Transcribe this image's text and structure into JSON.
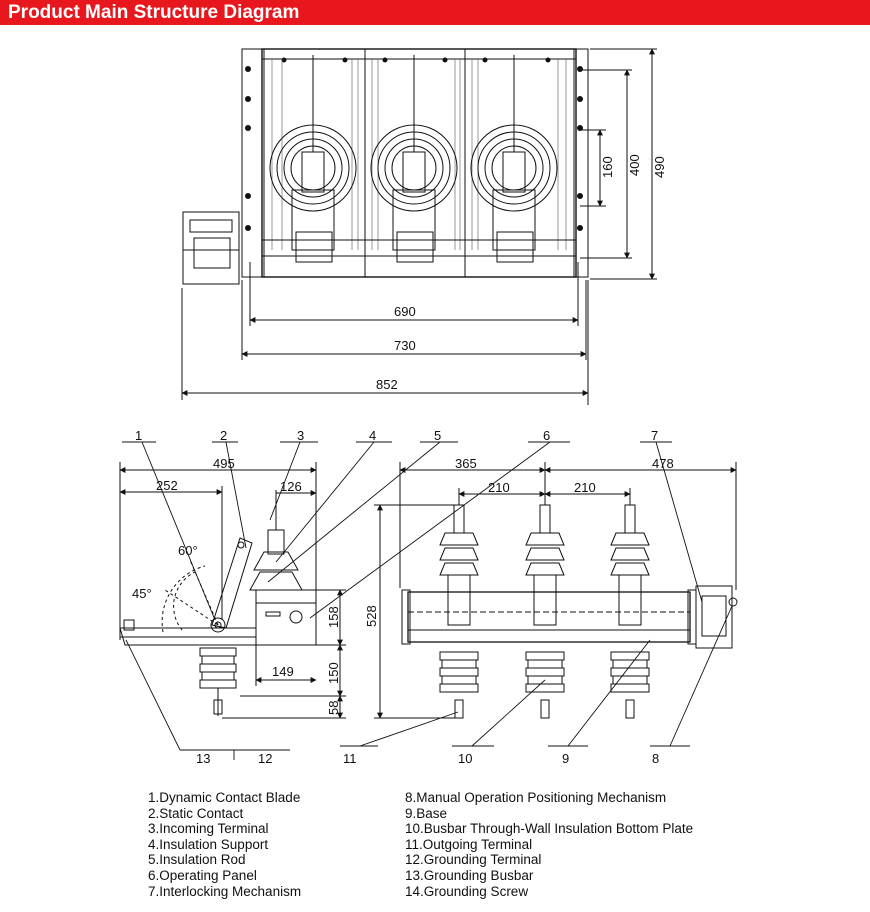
{
  "header": {
    "title": "Product Main Structure Diagram",
    "accent_color": "#e8161d"
  },
  "top_view": {
    "dimensions": {
      "d690": "690",
      "d730": "730",
      "d852": "852",
      "d160": "160",
      "d400": "400",
      "d490": "490"
    }
  },
  "side_view": {
    "dimensions": {
      "d252": "252",
      "d495": "495",
      "d126": "126",
      "d149": "149",
      "d158": "158",
      "d150": "150",
      "d58": "58"
    },
    "angles": {
      "a60": "60°",
      "a45": "45°"
    }
  },
  "front_view": {
    "dimensions": {
      "d365": "365",
      "d478": "478",
      "d210a": "210",
      "d210b": "210",
      "d528": "528"
    }
  },
  "callouts": {
    "c1": "1",
    "c2": "2",
    "c3": "3",
    "c4": "4",
    "c5": "5",
    "c6": "6",
    "c7": "7",
    "c8": "8",
    "c9": "9",
    "c10": "10",
    "c11": "11",
    "c12": "12",
    "c13": "13"
  },
  "legend": {
    "left": [
      "1.Dynamic Contact Blade",
      "2.Static Contact",
      "3.Incoming Terminal",
      "4.Insulation Support",
      "5.Insulation Rod",
      "6.Operating Panel",
      "7.Interlocking Mechanism"
    ],
    "right": [
      "8.Manual Operation Positioning Mechanism",
      "9.Base",
      "10.Busbar Through-Wall Insulation Bottom Plate",
      "11.Outgoing Terminal",
      "12.Grounding Terminal",
      "13.Grounding Busbar",
      "14.Grounding Screw"
    ]
  }
}
